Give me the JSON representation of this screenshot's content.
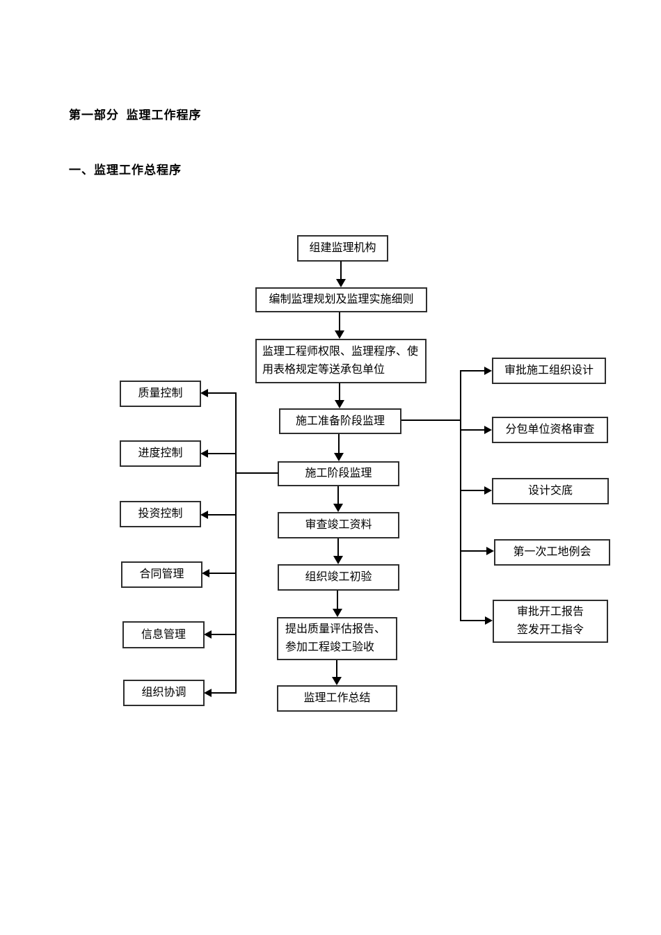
{
  "page": {
    "title": "第一部分  监理工作程序",
    "subtitle": "一、监理工作总程序"
  },
  "flowchart": {
    "main_flow": [
      {
        "label": "组建监理机构"
      },
      {
        "label": "编制监理规划及监理实施细则"
      },
      {
        "line1": "监理工程师权限、监理程序、使",
        "line2": "用表格规定等送承包单位"
      },
      {
        "label": "施工准备阶段监理"
      },
      {
        "label": "施工阶段监理"
      },
      {
        "label": "审查竣工资料"
      },
      {
        "label": "组织竣工初验"
      },
      {
        "line1": "提出质量评估报告、",
        "line2": "参加工程竣工验收"
      },
      {
        "label": "监理工作总结"
      }
    ],
    "left_branches": [
      {
        "label": "质量控制"
      },
      {
        "label": "进度控制"
      },
      {
        "label": "投资控制"
      },
      {
        "label": "合同管理"
      },
      {
        "label": "信息管理"
      },
      {
        "label": "组织协调"
      }
    ],
    "right_branches": [
      {
        "label": "审批施工组织设计"
      },
      {
        "label": "分包单位资格审查"
      },
      {
        "label": "设计交底"
      },
      {
        "label": "第一次工地例会"
      },
      {
        "line1": "审批开工报告",
        "line2": "签发开工指令"
      }
    ]
  }
}
